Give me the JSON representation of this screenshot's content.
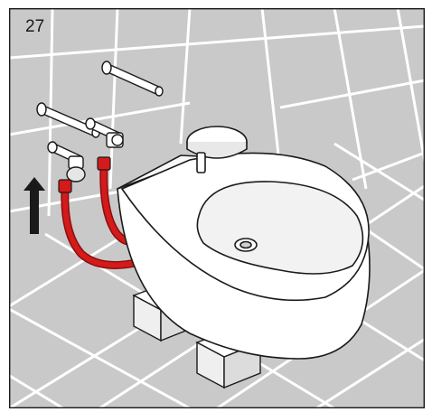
{
  "step": {
    "number": "27"
  },
  "colors": {
    "wall_tile": "#c9c9c9",
    "grout": "#ffffff",
    "outline": "#1a1a1a",
    "hose": "#d41a1a",
    "hose_dark": "#8a0f0f",
    "ceramic": "#ffffff",
    "bowl_inside": "#f2f2f2",
    "blocks": "#f4f4f4"
  },
  "illustration": {
    "icons": [
      "step-number",
      "wall-tiles",
      "wall-bolt-icon",
      "angle-valve-icon",
      "flexible-hose-icon",
      "up-arrow-icon",
      "wall-hung-bidet-icon",
      "support-block-icon"
    ]
  }
}
